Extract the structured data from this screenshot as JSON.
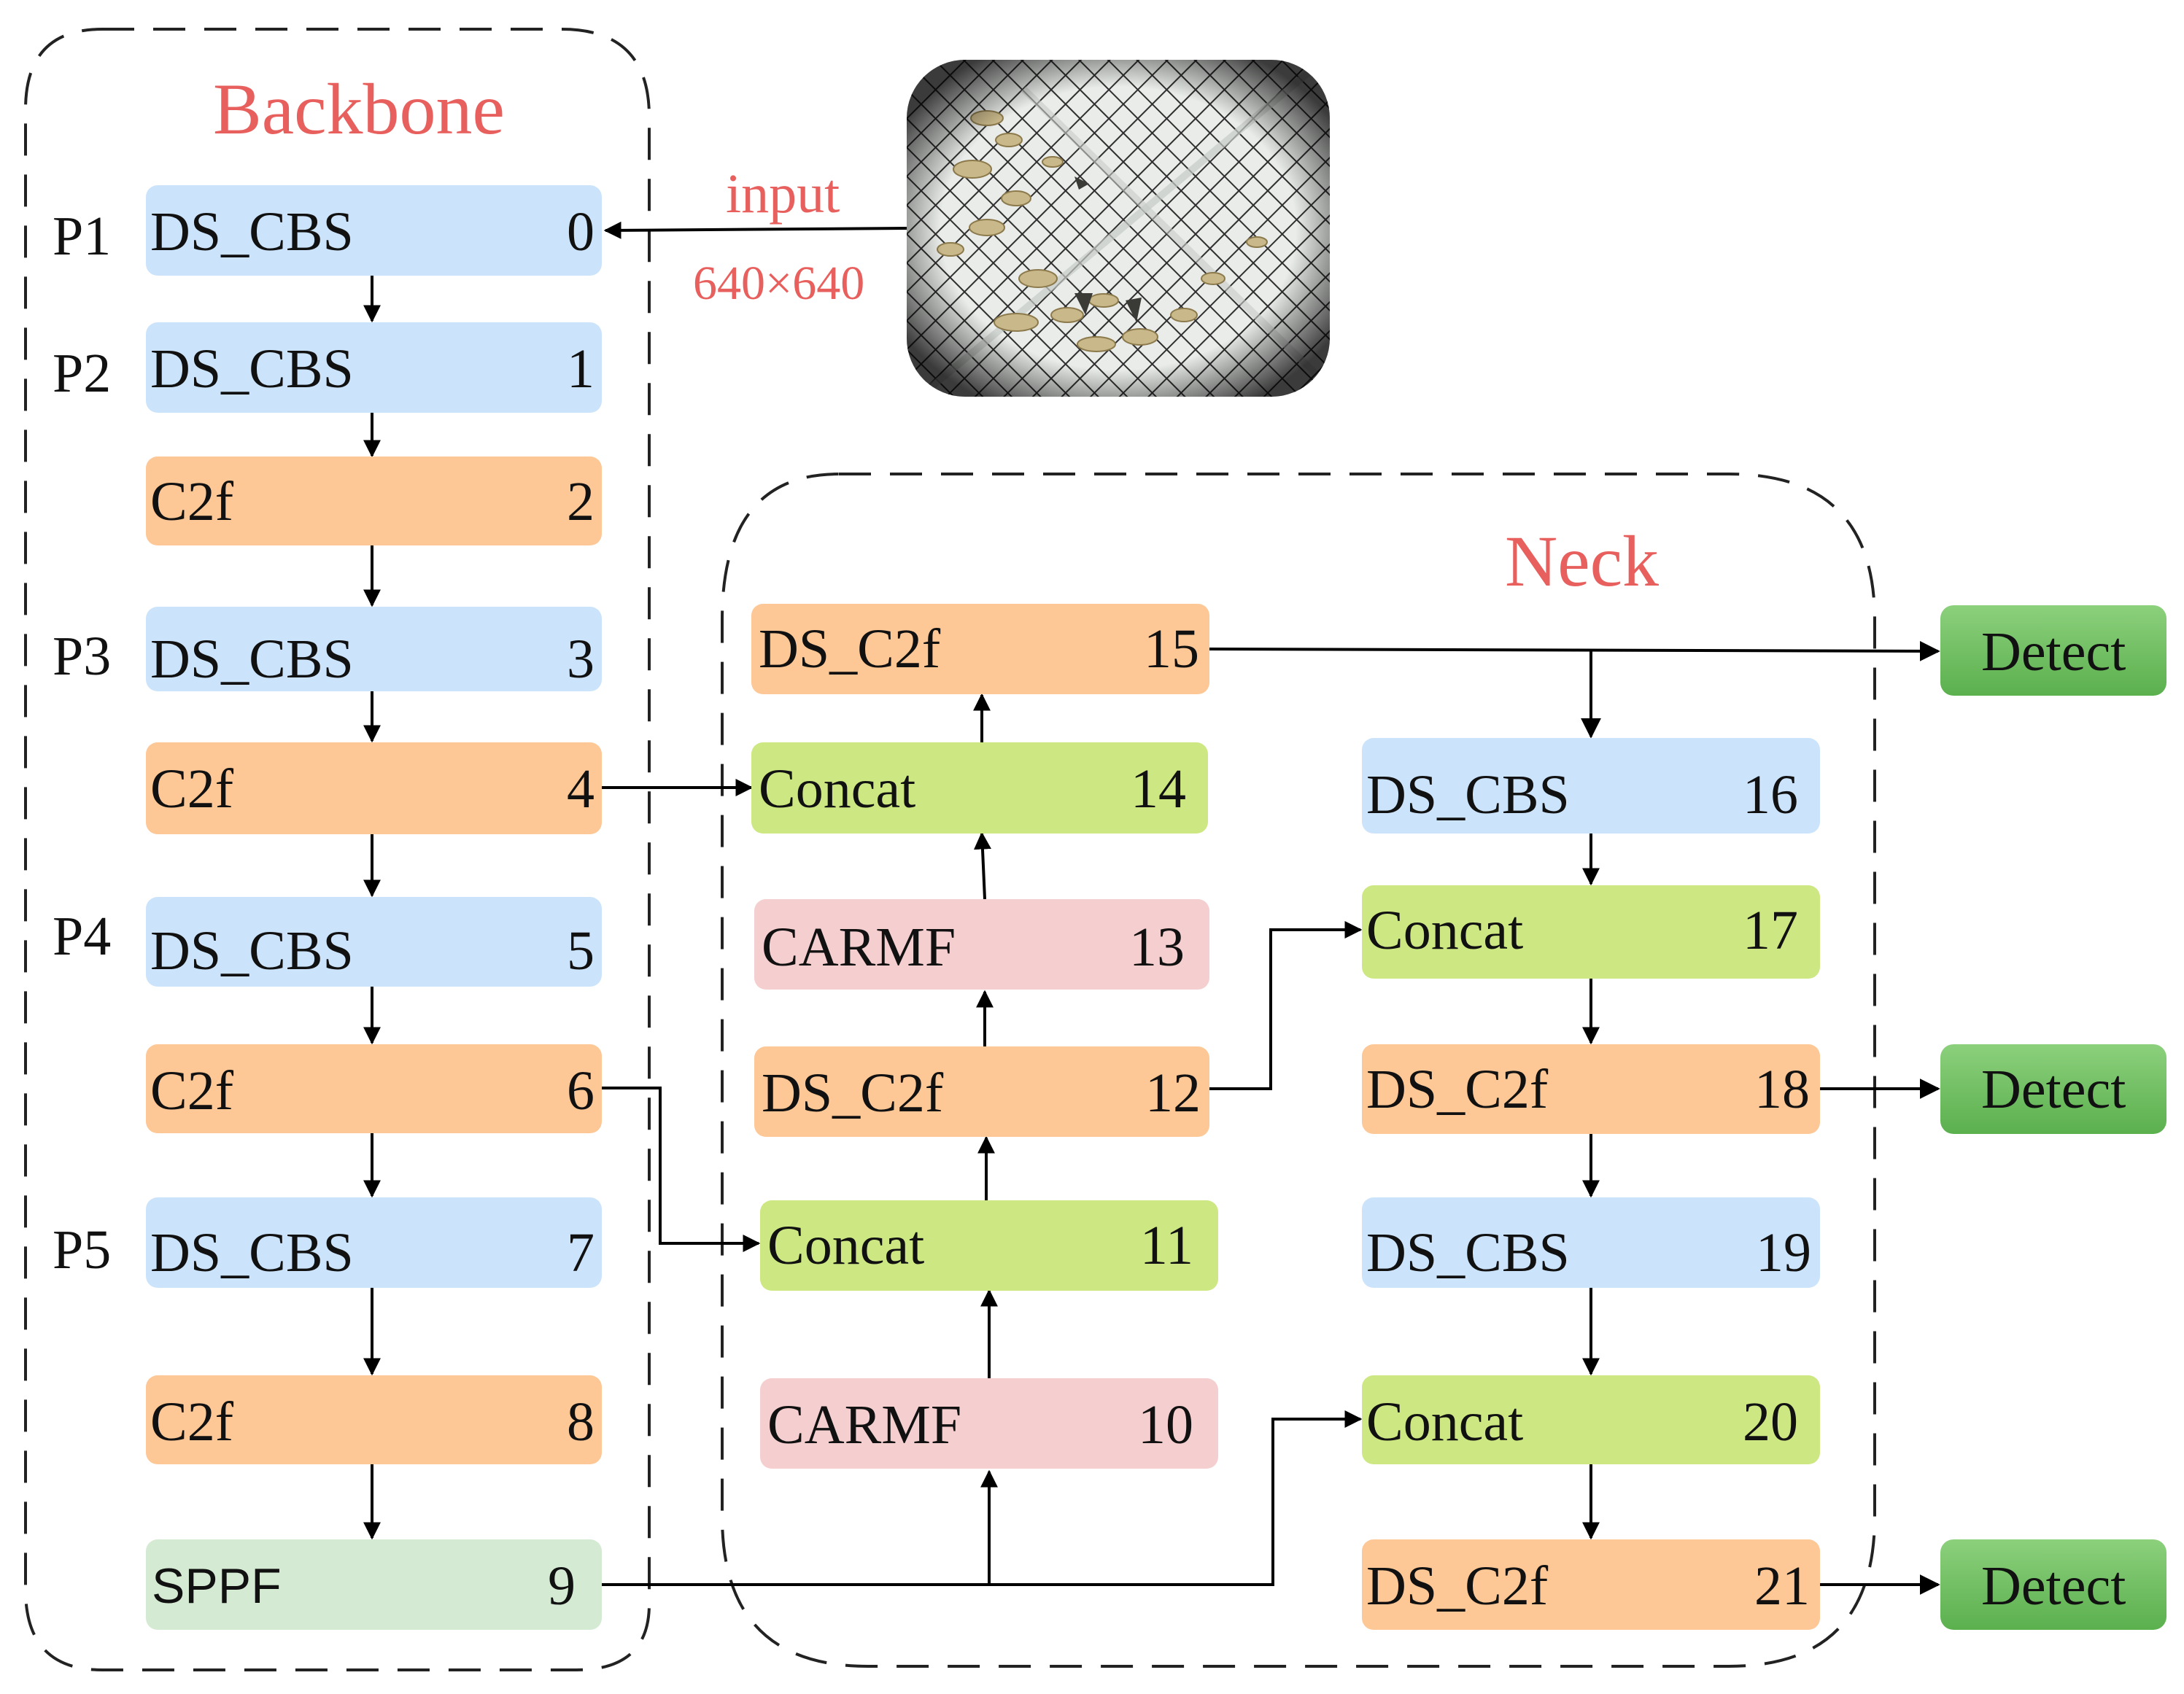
{
  "titles": {
    "backbone": "Backbone",
    "neck": "Neck"
  },
  "input": {
    "label": "input",
    "size": "640×640"
  },
  "levels": {
    "p1": "P1",
    "p2": "P2",
    "p3": "P3",
    "p4": "P4",
    "p5": "P5"
  },
  "colors": {
    "title": "#e8605e",
    "ds_cbs": "#cce4fb",
    "c2f": "#fdc796",
    "concat": "#cde883",
    "carmf": "#f5cfcf",
    "sppf": "#d5ead3",
    "detect": "#6cbd5c"
  },
  "backbone": [
    {
      "name": "DS_CBS",
      "index": "0"
    },
    {
      "name": "DS_CBS",
      "index": "1"
    },
    {
      "name": "C2f",
      "index": "2"
    },
    {
      "name": "DS_CBS",
      "index": "3"
    },
    {
      "name": "C2f",
      "index": "4"
    },
    {
      "name": "DS_CBS",
      "index": "5"
    },
    {
      "name": "C2f",
      "index": "6"
    },
    {
      "name": "DS_CBS",
      "index": "7"
    },
    {
      "name": "C2f",
      "index": "8"
    },
    {
      "name": "SPPF",
      "index": "9"
    }
  ],
  "neck": [
    {
      "name": "CARMF",
      "index": "10"
    },
    {
      "name": "Concat",
      "index": "11"
    },
    {
      "name": "DS_C2f",
      "index": "12"
    },
    {
      "name": "CARMF",
      "index": "13"
    },
    {
      "name": "Concat",
      "index": "14"
    },
    {
      "name": "DS_C2f",
      "index": "15"
    },
    {
      "name": "DS_CBS",
      "index": "16"
    },
    {
      "name": "Concat",
      "index": "17"
    },
    {
      "name": "DS_C2f",
      "index": "18"
    },
    {
      "name": "DS_CBS",
      "index": "19"
    },
    {
      "name": "Concat",
      "index": "20"
    },
    {
      "name": "DS_C2f",
      "index": "21"
    }
  ],
  "detect": [
    "Detect",
    "Detect",
    "Detect"
  ]
}
